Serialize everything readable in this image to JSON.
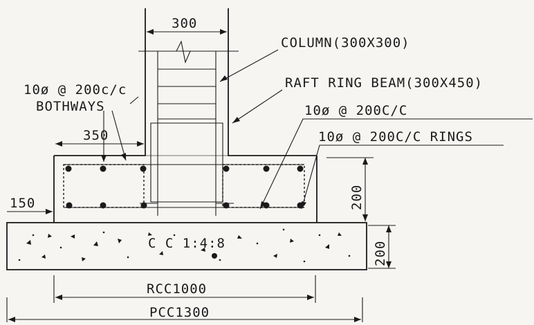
{
  "labels": {
    "column_width": "300",
    "column": "COLUMN(300X300)",
    "raft_ring_beam": "RAFT RING BEAM(300X450)",
    "bothways_bars": "10ø @ 200c/c",
    "bothways": "BOTHWAYS",
    "main_bars": "10ø @ 200C/C",
    "rings": "10ø @ 200C/C RINGS",
    "offset_350": "350",
    "offset_150": "150",
    "beam_depth": "200",
    "pcc_depth": "200",
    "pcc_mix": "C C 1:4:8",
    "rcc_width": "RCC1000",
    "pcc_width": "PCC1300"
  }
}
